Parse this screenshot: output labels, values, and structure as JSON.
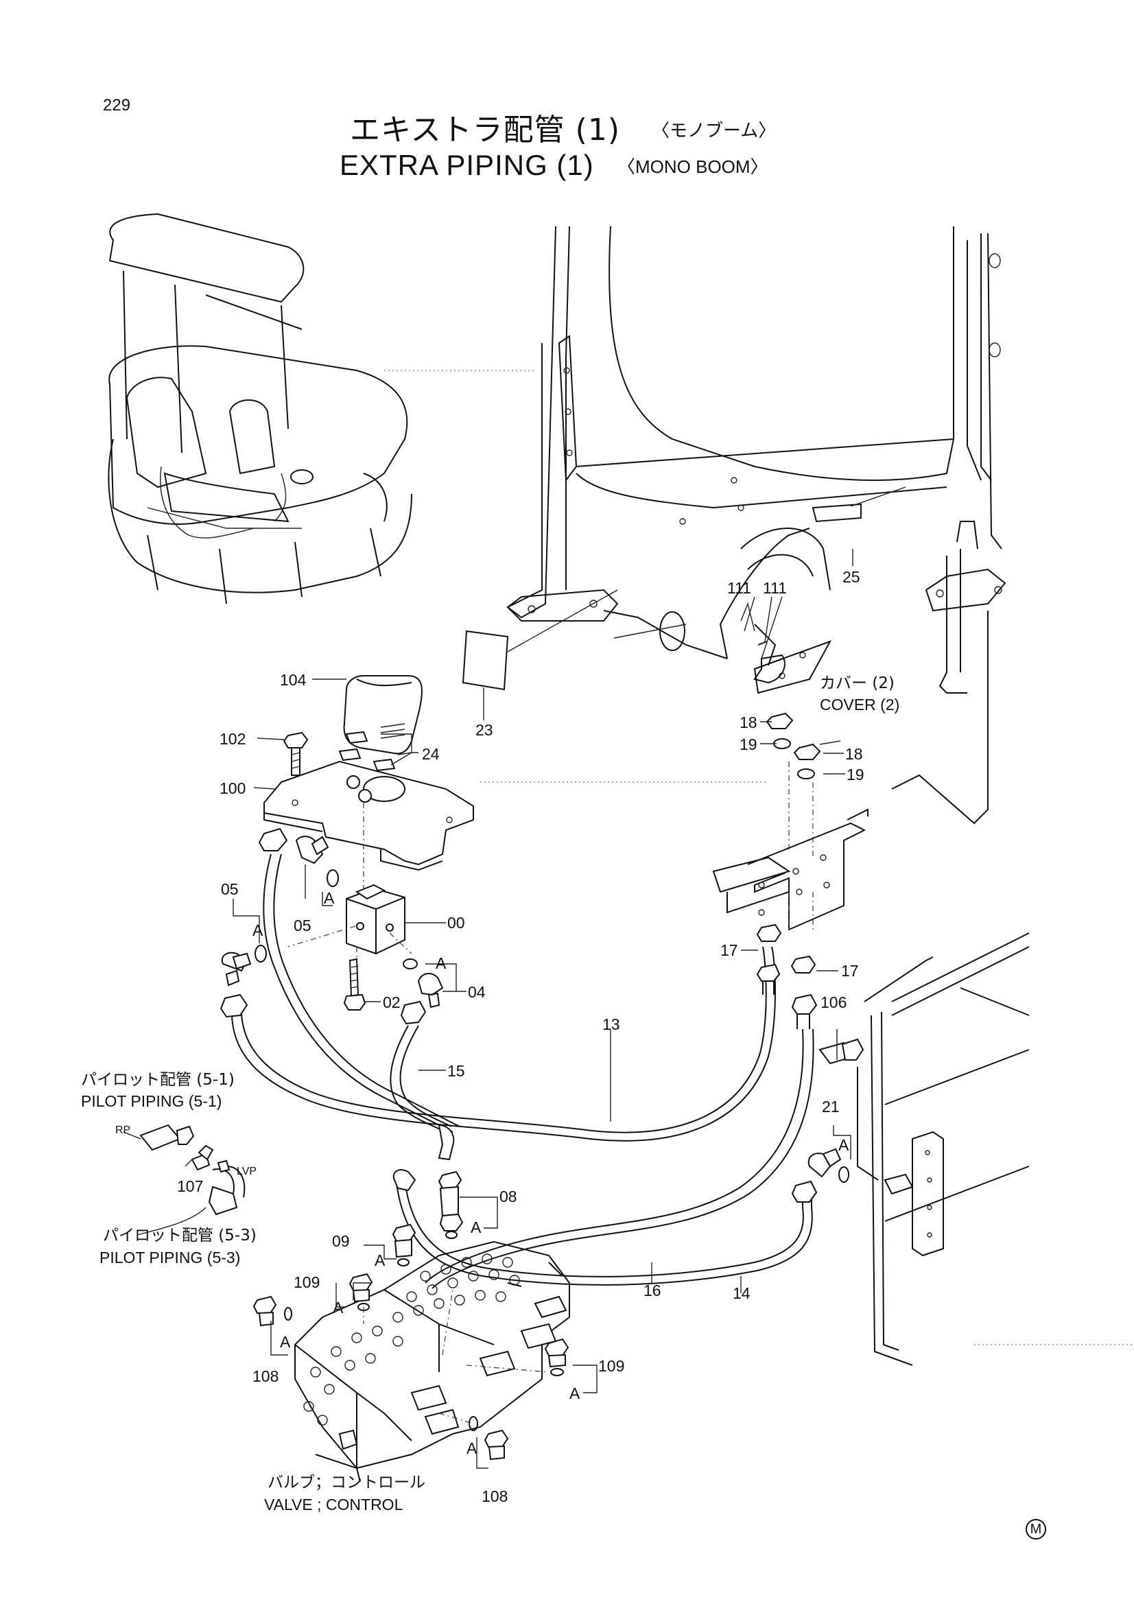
{
  "page_number": "229",
  "title": {
    "jp": "エキストラ配管 (1)",
    "jp_sub": "〈モノブーム〉",
    "en": "EXTRA PIPING (1)",
    "en_sub": "〈MONO BOOM〉"
  },
  "notes": {
    "cover_jp": "カバー (2)",
    "cover_en": "COVER (2)",
    "pilot51_jp": "パイロット配管 (5-1)",
    "pilot51_en": "PILOT PIPING (5-1)",
    "pilot53_jp": "パイロット配管 (5-3)",
    "pilot53_en": "PILOT PIPING (5-3)",
    "valve_jp": "バルブ；コントロール",
    "valve_en": "VALVE ; CONTROL",
    "rp": "RP",
    "lvp": "LVP",
    "mark": "M"
  },
  "part_labels": [
    {
      "id": "p25",
      "text": "25"
    },
    {
      "id": "p111a",
      "text": "111"
    },
    {
      "id": "p111b",
      "text": "111"
    },
    {
      "id": "p23",
      "text": "23"
    },
    {
      "id": "p104",
      "text": "104"
    },
    {
      "id": "p102",
      "text": "102"
    },
    {
      "id": "p24",
      "text": "24"
    },
    {
      "id": "p100",
      "text": "100"
    },
    {
      "id": "p18a",
      "text": "18"
    },
    {
      "id": "p19a",
      "text": "19"
    },
    {
      "id": "p18b",
      "text": "18"
    },
    {
      "id": "p19b",
      "text": "19"
    },
    {
      "id": "p05a",
      "text": "05"
    },
    {
      "id": "p05b",
      "text": "05"
    },
    {
      "id": "p00",
      "text": "00"
    },
    {
      "id": "pA1",
      "text": "A"
    },
    {
      "id": "pA2",
      "text": "A"
    },
    {
      "id": "pA3",
      "text": "A"
    },
    {
      "id": "p02",
      "text": "02"
    },
    {
      "id": "p04",
      "text": "04"
    },
    {
      "id": "p17a",
      "text": "17"
    },
    {
      "id": "p17b",
      "text": "17"
    },
    {
      "id": "p106",
      "text": "106"
    },
    {
      "id": "p13",
      "text": "13"
    },
    {
      "id": "p15",
      "text": "15"
    },
    {
      "id": "p21",
      "text": "21"
    },
    {
      "id": "pA4",
      "text": "A"
    },
    {
      "id": "p107",
      "text": "107"
    },
    {
      "id": "p08",
      "text": "08"
    },
    {
      "id": "pA5",
      "text": "A"
    },
    {
      "id": "p09",
      "text": "09"
    },
    {
      "id": "pA6",
      "text": "A"
    },
    {
      "id": "p16",
      "text": "16"
    },
    {
      "id": "p14",
      "text": "14"
    },
    {
      "id": "p109a",
      "text": "109"
    },
    {
      "id": "pA7",
      "text": "A"
    },
    {
      "id": "pA8",
      "text": "A"
    },
    {
      "id": "p108a",
      "text": "108"
    },
    {
      "id": "p109b",
      "text": "109"
    },
    {
      "id": "pA9",
      "text": "A"
    },
    {
      "id": "pA10",
      "text": "A"
    },
    {
      "id": "p108b",
      "text": "108"
    }
  ]
}
